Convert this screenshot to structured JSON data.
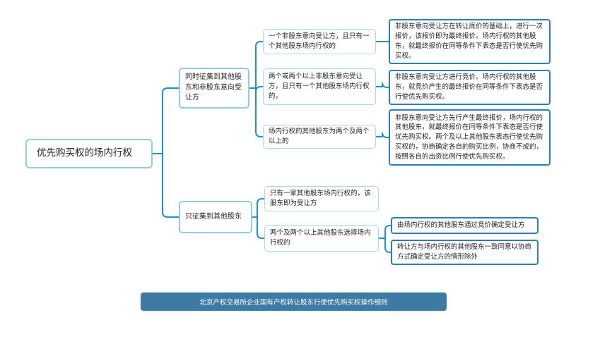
{
  "root": {
    "label": "优先购买权的场内行权"
  },
  "branches": [
    {
      "label": "同时征集到其他股东和非股东意向受让方",
      "children": [
        {
          "label": "一个非股东意向受让方，且只有一个其他股东场内行权的",
          "result": "非股东意向受让方在转让底价的基础上，进行一次报价，该报价即为最终报价。场内行权的其他股东，就最终报价在同等条件下表态是否行使优先购买权。"
        },
        {
          "label": "两个或两个以上非股东意向受让方，且只有一个其他股东场内行权的，",
          "result": "非股东意向受让方进行竞价。场内行权的其他股东，就竞价产生的最终报价在同等条件下表态是否行使优先购买权。"
        },
        {
          "label": "场内行权的其他股东为两个及两个以上的",
          "result": "非股东意向受让方先行产生最终报价，场内行权的其他股东，就最终报价在同等条件下表态是否行使优先购买权。两个及以上其他股东表态行使优先购买权的，协商确定各自的购买比例，协商不成的，按照各自的出资比例行使优先购买权。"
        }
      ]
    },
    {
      "label": "只征集到其他股东",
      "children": [
        {
          "label": "只有一家其他股东场内行权的，该股东即为受让方"
        },
        {
          "label": "两个及两个以上其他股东选择场内行权的",
          "results": [
            "由场内行权的其他股东通过竞价确定受让方",
            "转让方与场内行权的其他股东一致同意以协商方式确定受让方的情形除外"
          ]
        }
      ]
    }
  ],
  "footer": {
    "label": "北京产权交易所企业国有产权转让股东行使优先购买权操作细则"
  },
  "colors": {
    "connector": "#1e90d6",
    "box_border": "#8ecde8",
    "result_border": "#2e7cc0",
    "footer_bg": "#3d7ba4"
  }
}
